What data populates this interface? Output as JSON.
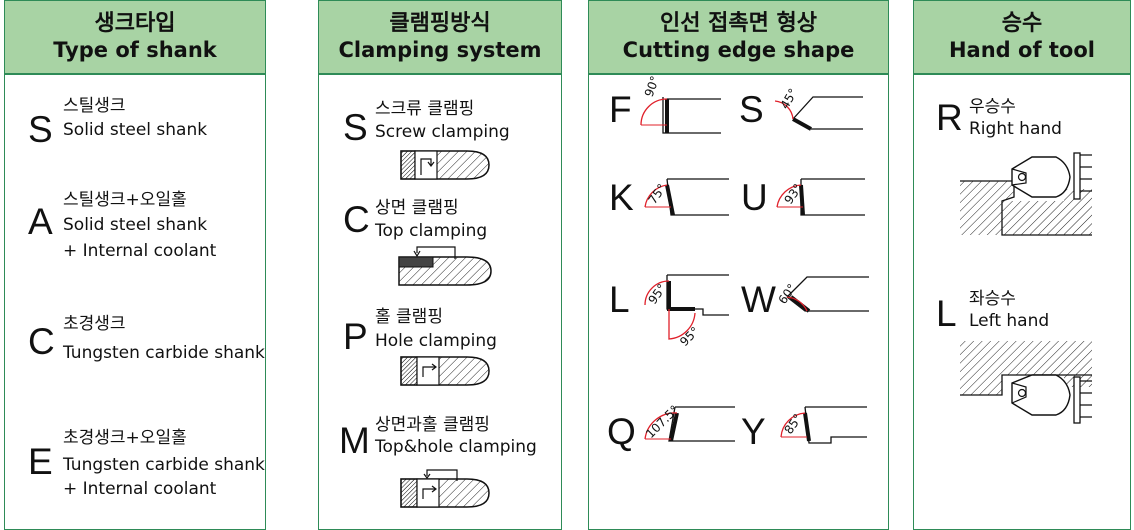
{
  "panels": {
    "shank": {
      "title_ko": "생크타입",
      "title_en": "Type of shank",
      "items": [
        {
          "code": "S",
          "ko": "스틸생크",
          "en": "Solid steel shank",
          "extra": ""
        },
        {
          "code": "A",
          "ko": "스틸생크+오일홀",
          "en": "Solid steel shank",
          "extra": "+ Internal coolant"
        },
        {
          "code": "C",
          "ko": "초경생크",
          "en": "Tungsten carbide shank",
          "extra": ""
        },
        {
          "code": "E",
          "ko": "초경생크+오일홀",
          "en": "Tungsten carbide shank",
          "extra": "+ Internal coolant"
        }
      ]
    },
    "clamp": {
      "title_ko": "클램핑방식",
      "title_en": "Clamping system",
      "items": [
        {
          "code": "S",
          "ko": "스크류 클램핑",
          "en": "Screw clamping"
        },
        {
          "code": "C",
          "ko": "상면 클램핑",
          "en": "Top clamping"
        },
        {
          "code": "P",
          "ko": "홀 클램핑",
          "en": "Hole clamping"
        },
        {
          "code": "M",
          "ko": "상면과홀 클램핑",
          "en": "Top&hole clamping"
        }
      ]
    },
    "edge": {
      "title_ko": "인선 접촉면 형상",
      "title_en": "Cutting edge shape",
      "items": [
        {
          "code": "F",
          "angle": "90°"
        },
        {
          "code": "S",
          "angle": "45°"
        },
        {
          "code": "K",
          "angle": "75°"
        },
        {
          "code": "U",
          "angle": "93°"
        },
        {
          "code": "L",
          "angle": "95°",
          "angle2": "95°"
        },
        {
          "code": "W",
          "angle": "60°"
        },
        {
          "code": "Q",
          "angle": "107.5°"
        },
        {
          "code": "Y",
          "angle": "85°"
        }
      ]
    },
    "hand": {
      "title_ko": "승수",
      "title_en": "Hand of tool",
      "items": [
        {
          "code": "R",
          "ko": "우승수",
          "en": "Right hand"
        },
        {
          "code": "L",
          "ko": "좌승수",
          "en": "Left hand"
        }
      ]
    }
  },
  "colors": {
    "header_bg": "#a8d3a4",
    "border": "#2e8b57",
    "angle_arc": "#e0202a",
    "hatch_fill": "#666666"
  }
}
